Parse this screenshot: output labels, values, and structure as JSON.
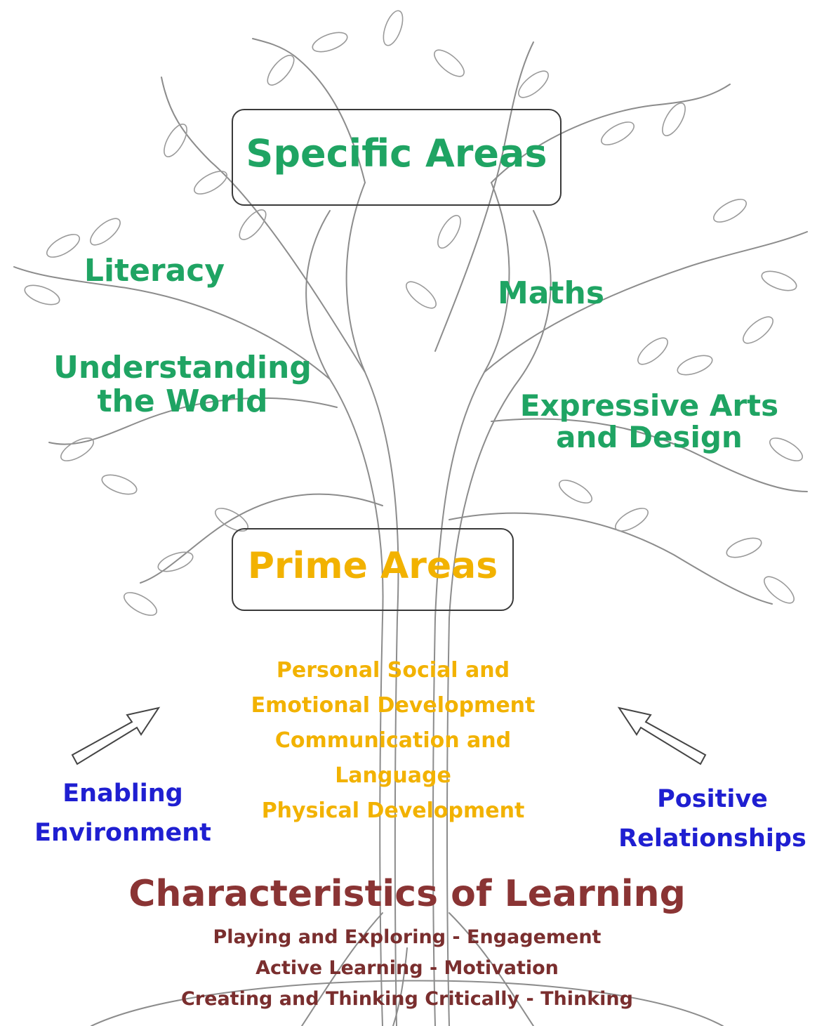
{
  "specific": {
    "title": "Specific Areas",
    "literacy": "Literacy",
    "maths": "Maths",
    "utw_line1": "Understanding",
    "utw_line2": "the World",
    "ead_line1": "Expressive Arts",
    "ead_line2": "and Design"
  },
  "prime": {
    "title": "Prime Areas",
    "lines": [
      "Personal Social and",
      "Emotional Development",
      "Communication and",
      "Language",
      "Physical Development"
    ]
  },
  "enabling": {
    "line1": "Enabling",
    "line2": "Environment"
  },
  "positive": {
    "line1": "Positive",
    "line2": "Relationships"
  },
  "characteristics": {
    "title": "Characteristics of Learning",
    "items": [
      "Playing and Exploring - Engagement",
      "Active Learning - Motivation",
      "Creating and Thinking Critically - Thinking"
    ]
  },
  "colors": {
    "specific": "#1fa463",
    "prime": "#f2b200",
    "outer": "#1f1fd1",
    "characteristics": "#8a3434",
    "tree_line": "#8c8c8c"
  }
}
